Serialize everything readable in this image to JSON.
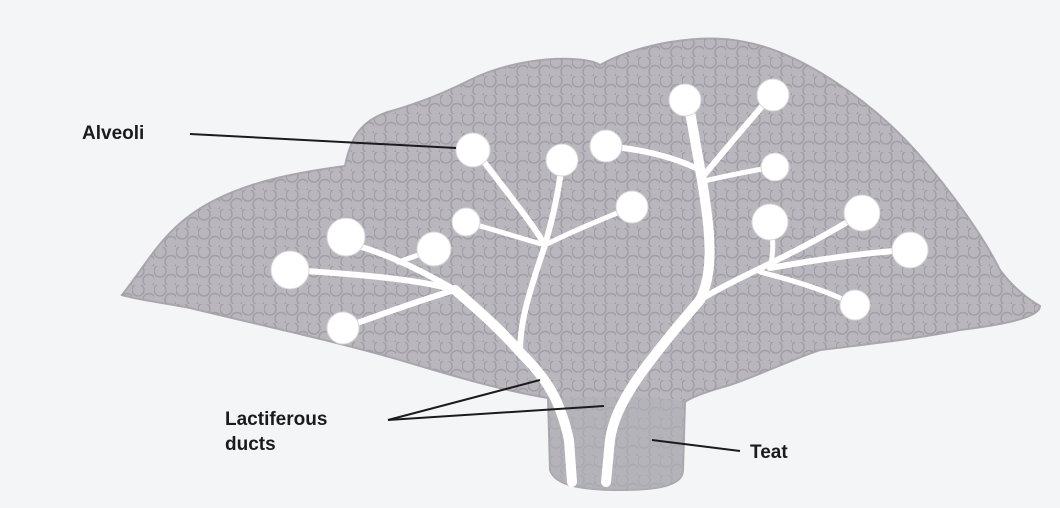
{
  "labels": {
    "alveoli": "Alveoli",
    "lactiferous_line1": "Lactiferous",
    "lactiferous_line2": "ducts",
    "teat": "Teat"
  },
  "colors": {
    "background": "#f4f5f7",
    "gland_fill": "#b9b7bd",
    "gland_edge": "#a9a7ad",
    "pattern_ring": "#9d9aa3",
    "duct_white": "#ffffff",
    "label_text": "#1b1b1b"
  }
}
